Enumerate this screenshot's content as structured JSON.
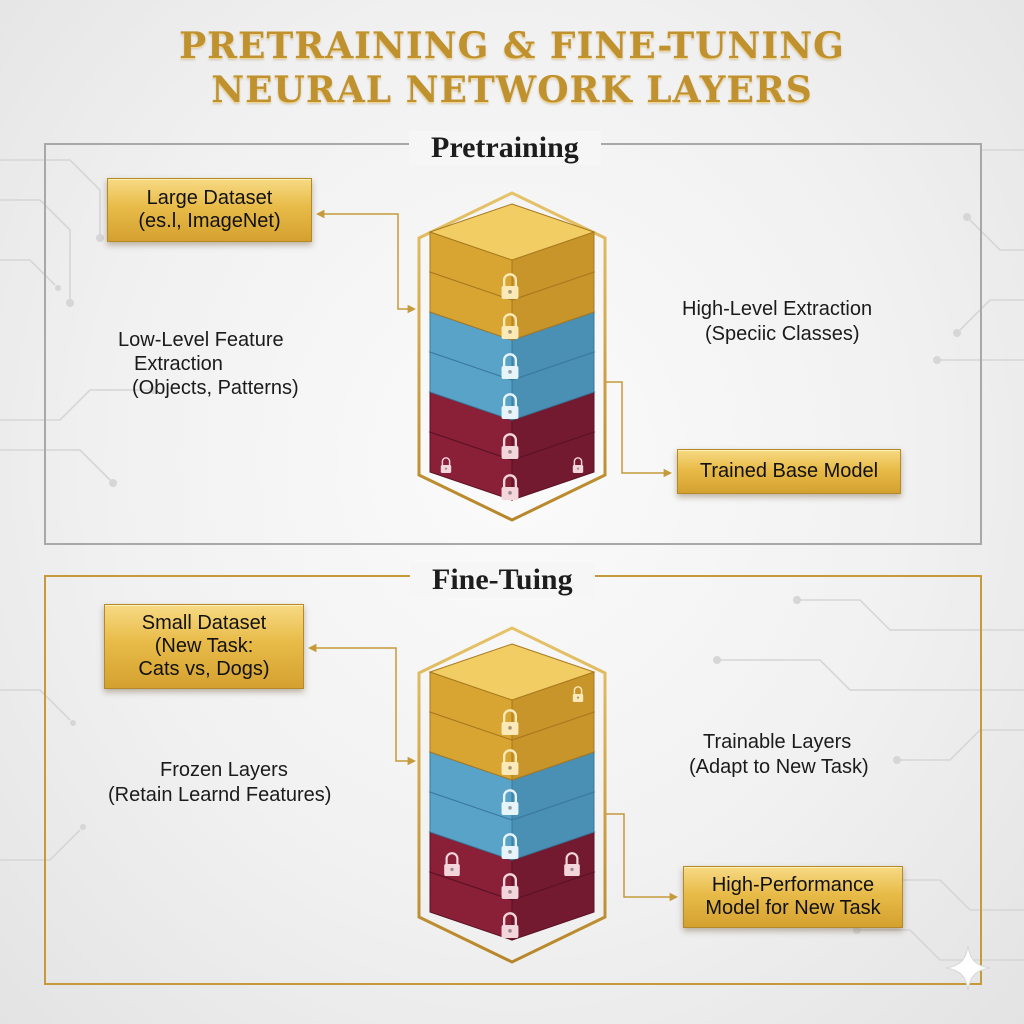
{
  "title": {
    "line1": "PRETRAINING & FINE-TUNING",
    "line2": "NEURAL NETWORK LAYERS"
  },
  "pretraining": {
    "heading": "Pretraining",
    "dataset_box": {
      "line1": "Large Dataset",
      "line2": "(es.l, ImageNet)"
    },
    "left_label": {
      "line1": "Low-Level Feature",
      "line2": "Extraction",
      "line3": "(Objects, Patterns)"
    },
    "right_label": {
      "line1": "High-Level Extraction",
      "line2": "(Speciic Classes)"
    },
    "output_box": {
      "line1": "Trained Base Model"
    },
    "layers": [
      "gold",
      "gold",
      "blue",
      "blue",
      "crimson",
      "crimson"
    ]
  },
  "finetuning": {
    "heading": "Fine-Tuing",
    "dataset_box": {
      "line1": "Small Dataset",
      "line2": "(New Task:",
      "line3": "Cats vs, Dogs)"
    },
    "left_label": {
      "line1": "Frozen Layers",
      "line2": "(Retain Learnd Features)"
    },
    "right_label": {
      "line1": "Trainable Layers",
      "line2": "(Adapt to New Task)"
    },
    "output_box": {
      "line1": "High-Performance",
      "line2": "Model for New Task"
    },
    "layers": [
      "gold",
      "gold",
      "blue",
      "blue",
      "crimson",
      "crimson"
    ]
  },
  "colors": {
    "gold": "#d9a93a",
    "blue": "#5aa3c8",
    "crimson": "#8a1f38",
    "accent": "#c59a3a",
    "frame_gray": "#a8a8a8"
  },
  "icons": [
    "lock-icon",
    "sparkle-icon",
    "circuit-pattern"
  ]
}
